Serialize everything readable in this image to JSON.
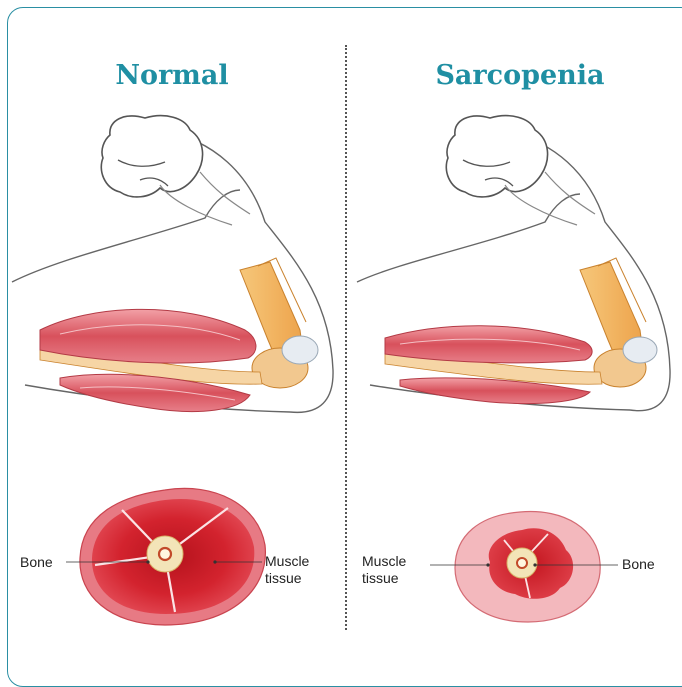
{
  "panels": {
    "normal": {
      "title": "Normal",
      "labels": {
        "bone": "Bone",
        "muscle": "Muscle\ntissue"
      }
    },
    "sarcopenia": {
      "title": "Sarcopenia",
      "labels": {
        "bone": "Bone",
        "muscle": "Muscle\ntissue"
      }
    }
  },
  "colors": {
    "accent": "#1f8fa3",
    "muscle_dark": "#d3232e",
    "muscle_light": "#e9a1a8",
    "bone": "#f3e4b8"
  }
}
